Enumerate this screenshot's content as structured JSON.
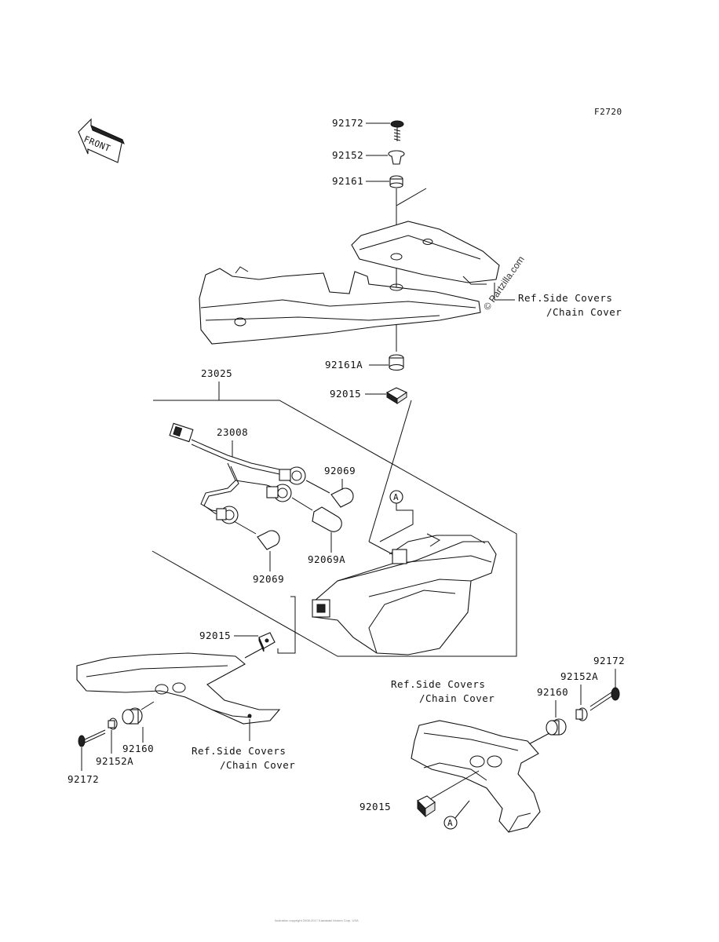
{
  "figure_code": "F2720",
  "front_label": "FRONT",
  "watermark": "© Partzilla.com",
  "reference_notes": {
    "top": [
      "Ref.Side Covers",
      "/Chain Cover"
    ],
    "left": [
      "Ref.Side Covers",
      "/Chain Cover"
    ],
    "right": [
      "Ref.Side Covers",
      "/Chain Cover"
    ]
  },
  "callout_letter": "A",
  "parts": {
    "screw_top": "92172",
    "collar_top": "92152",
    "grommet_top": "92161",
    "grommet_mid": "92161A",
    "nut_mid": "92015",
    "lamp_assy": "23025",
    "socket_assy": "23008",
    "bulb_upper": "92069",
    "bulb_amber": "92069A",
    "bulb_lower": "92069",
    "nut_left": "92015",
    "damper_left": "92160",
    "collar_left": "92152A",
    "screw_left": "92172",
    "screw_right": "92172",
    "collar_right": "92152A",
    "damper_right": "92160",
    "nut_right": "92015"
  },
  "footer_text": "Ilustration copyright 2008-2017 Kawasaki Motors Corp. USA"
}
